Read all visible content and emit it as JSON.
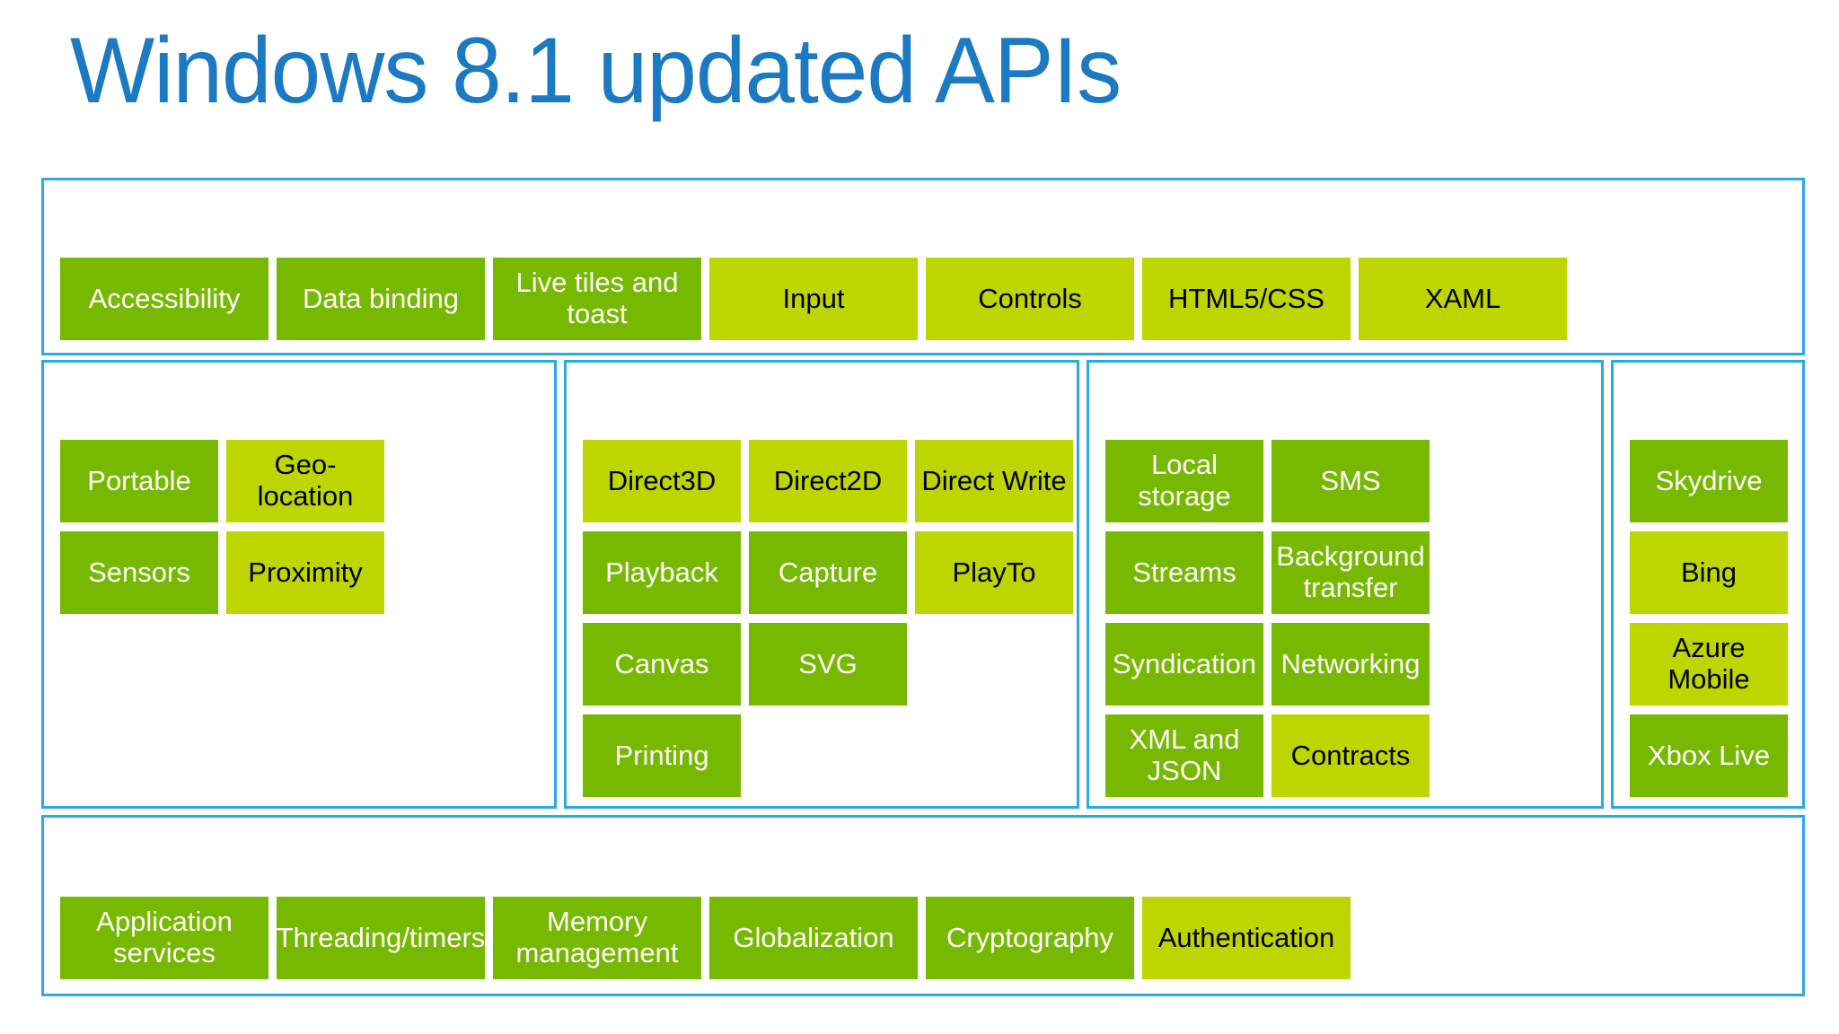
{
  "slide": {
    "title": "Windows 8.1 updated APIs",
    "title_color": "#1B7AC2",
    "background": "#FFFFFF",
    "border_color": "#29ABE2",
    "tile_dark_color": "#76B900",
    "tile_light_color": "#BED600",
    "tile_dark_text_color": "#FFFFFF",
    "tile_light_text_color": "#000000"
  },
  "groups": [
    {
      "id": "ui-and-app-model",
      "tiles": [
        {
          "label": "Accessibility",
          "style": "dark"
        },
        {
          "label": "Data binding",
          "style": "dark"
        },
        {
          "label": "Live tiles and toast",
          "style": "dark"
        },
        {
          "label": "Input",
          "style": "light"
        },
        {
          "label": "Controls",
          "style": "light"
        },
        {
          "label": "HTML5/CSS",
          "style": "light"
        },
        {
          "label": "XAML",
          "style": "light"
        }
      ]
    },
    {
      "id": "devices",
      "tiles": [
        {
          "label": "Portable",
          "style": "dark"
        },
        {
          "label": "Geo-location",
          "style": "light"
        },
        {
          "label": "Sensors",
          "style": "dark"
        },
        {
          "label": "Proximity",
          "style": "light"
        }
      ]
    },
    {
      "id": "graphics-and-media",
      "tiles": [
        {
          "label": "Direct3D",
          "style": "light"
        },
        {
          "label": "Direct2D",
          "style": "light"
        },
        {
          "label": "Direct Write",
          "style": "light"
        },
        {
          "label": "Playback",
          "style": "dark"
        },
        {
          "label": "Capture",
          "style": "dark"
        },
        {
          "label": "PlayTo",
          "style": "light"
        },
        {
          "label": "Canvas",
          "style": "dark"
        },
        {
          "label": "SVG",
          "style": "dark"
        },
        {
          "label": "Printing",
          "style": "dark"
        }
      ]
    },
    {
      "id": "data-and-communications",
      "tiles": [
        {
          "label": "Local storage",
          "style": "dark"
        },
        {
          "label": "SMS",
          "style": "dark"
        },
        {
          "label": "Streams",
          "style": "dark"
        },
        {
          "label": "Background transfer",
          "style": "dark"
        },
        {
          "label": "Syndication",
          "style": "dark"
        },
        {
          "label": "Networking",
          "style": "dark"
        },
        {
          "label": "XML and JSON",
          "style": "dark"
        },
        {
          "label": "Contracts",
          "style": "light"
        }
      ]
    },
    {
      "id": "cloud-services",
      "tiles": [
        {
          "label": "Skydrive",
          "style": "dark"
        },
        {
          "label": "Bing",
          "style": "light"
        },
        {
          "label": "Azure Mobile",
          "style": "light"
        },
        {
          "label": "Xbox Live",
          "style": "dark"
        }
      ]
    },
    {
      "id": "fundamentals",
      "tiles": [
        {
          "label": "Application services",
          "style": "dark"
        },
        {
          "label": "Threading/timers",
          "style": "dark"
        },
        {
          "label": "Memory management",
          "style": "dark"
        },
        {
          "label": "Globalization",
          "style": "dark"
        },
        {
          "label": "Cryptography",
          "style": "dark"
        },
        {
          "label": "Authentication",
          "style": "light"
        }
      ]
    }
  ]
}
